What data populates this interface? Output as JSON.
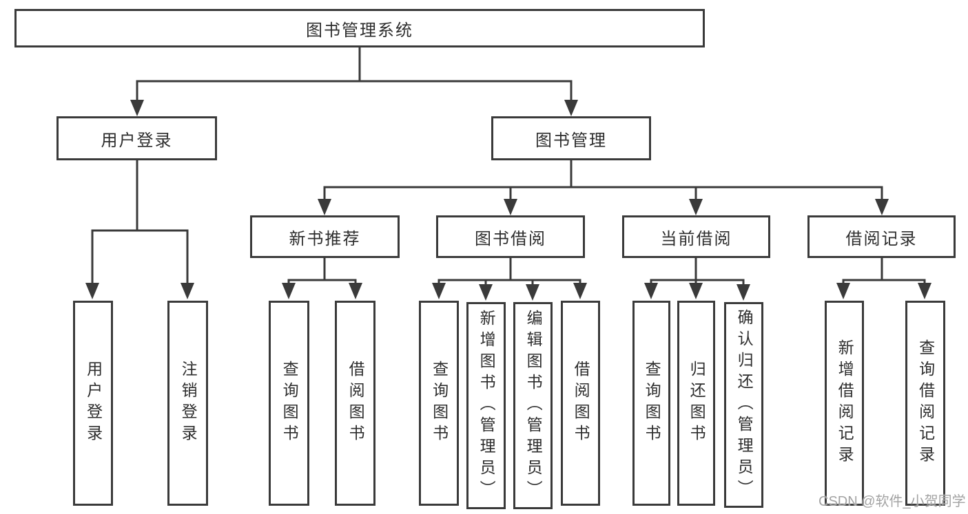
{
  "diagram": {
    "root": {
      "label": "图书管理系统"
    },
    "level2": [
      {
        "label": "用户登录"
      },
      {
        "label": "图书管理"
      }
    ],
    "level3": [
      {
        "label": "新书推荐"
      },
      {
        "label": "图书借阅"
      },
      {
        "label": "当前借阅"
      },
      {
        "label": "借阅记录"
      }
    ],
    "leaves": {
      "user_login": [
        "用户登录",
        "注销登录"
      ],
      "new_book": [
        "查询图书",
        "借阅图书"
      ],
      "book_borrow": [
        "查询图书",
        "新增图书（管理员）",
        "编辑图书（管理员）",
        "借阅图书"
      ],
      "current_borrow": [
        "查询图书",
        "归还图书",
        "确认归还（管理员）"
      ],
      "borrow_record": [
        "新增借阅记录",
        "查询借阅记录"
      ]
    }
  },
  "watermark": {
    "text": "CSDN @软件_小贺同学"
  },
  "colors": {
    "line": "#3a3a3a",
    "text": "#2d2d2d",
    "box_fill": "#ffffff",
    "watermark": "#a3a3a3"
  }
}
